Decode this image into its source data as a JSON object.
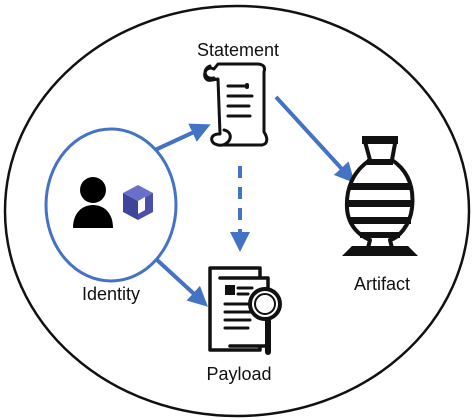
{
  "nodes": {
    "statement": {
      "label": "Statement",
      "icon": "scroll-icon"
    },
    "artifact": {
      "label": "Artifact",
      "icon": "vase-icon"
    },
    "identity": {
      "label": "Identity",
      "icons": [
        "person-icon",
        "cube-icon"
      ]
    },
    "payload": {
      "label": "Payload",
      "icon": "document-magnifier-icon"
    }
  },
  "edges": [
    {
      "from": "identity",
      "to": "statement",
      "style": "solid"
    },
    {
      "from": "statement",
      "to": "artifact",
      "style": "solid"
    },
    {
      "from": "statement",
      "to": "payload",
      "style": "dashed"
    },
    {
      "from": "identity",
      "to": "payload",
      "style": "solid"
    }
  ],
  "colors": {
    "arrow": "#4472C4",
    "identity_circle": "#4472C4",
    "cube": "#4A4FA8",
    "outline": "#111111"
  }
}
